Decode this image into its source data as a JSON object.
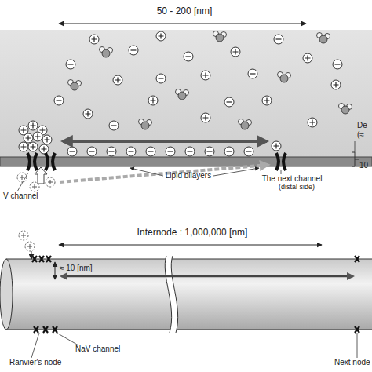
{
  "diagram": {
    "labels": [
      "50 - 200 [nm]",
      "De",
      "(≈",
      "10",
      "Lipid bilayers",
      "V channel",
      "The next channel",
      "(distal side)",
      "Internode : 1,000,000 [nm]",
      "≈ 10 [nm]",
      "NaV channel",
      "Ranvier's node",
      "Next node"
    ]
  }
}
